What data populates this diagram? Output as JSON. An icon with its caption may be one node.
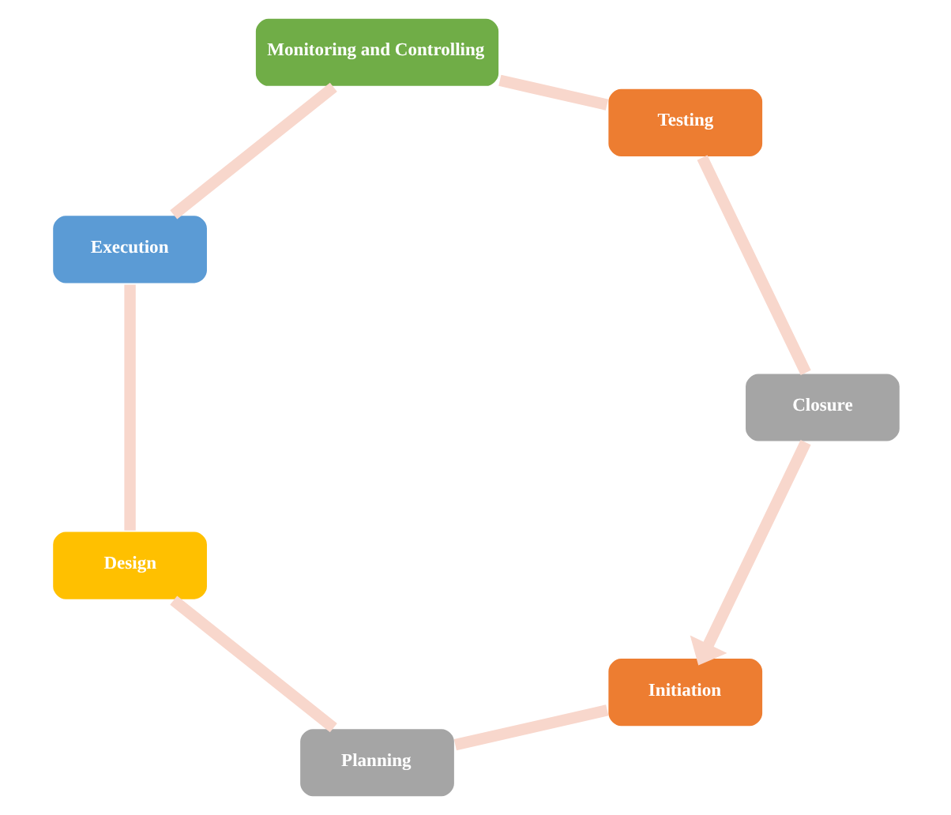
{
  "diagram": {
    "nodes": [
      {
        "text": [
          "Initiation"
        ]
      },
      {
        "text": [
          "Planning"
        ]
      },
      {
        "text": [
          "Design"
        ]
      },
      {
        "text": [
          "Execution"
        ]
      },
      {
        "text": [
          "Monitoring and Controlling"
        ]
      },
      {
        "text": [
          "Testing"
        ]
      },
      {
        "text": [
          "Closure"
        ]
      }
    ],
    "edges": [
      {
        "from": 0,
        "to": 1,
        "arrow": "none"
      },
      {
        "from": 1,
        "to": 2,
        "arrow": "none"
      },
      {
        "from": 2,
        "to": 3,
        "arrow": "none"
      },
      {
        "from": 3,
        "to": 4,
        "arrow": "none"
      },
      {
        "from": 4,
        "to": 5,
        "arrow": "none"
      },
      {
        "from": 5,
        "to": 6,
        "arrow": "none"
      },
      {
        "from": 6,
        "to": 0,
        "arrow": "to"
      }
    ]
  }
}
